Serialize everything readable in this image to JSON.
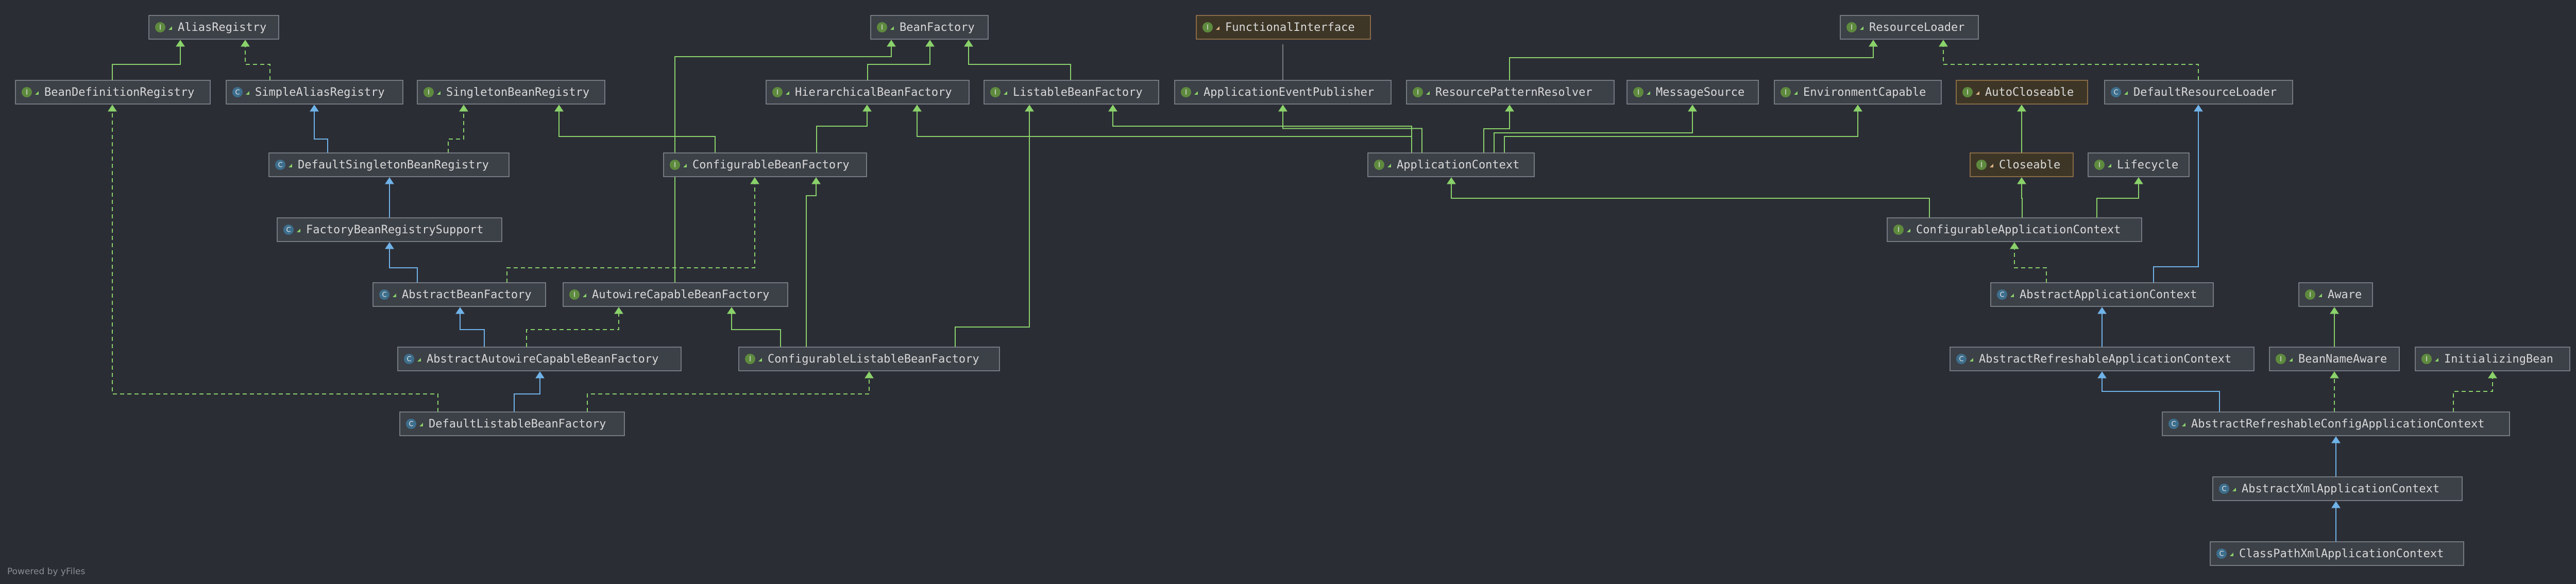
{
  "footer": "Powered by yFiles",
  "colors": {
    "background": "#2b2d35",
    "interface_fill": "#3c4047",
    "interface_border": "#8a8e96",
    "java_iface_fill": "#3d3627",
    "java_iface_border": "#a57e4f",
    "java_iface_text": "#e0b585",
    "interface_icon": "#5e8a3e",
    "class_icon": "#3d6e8c",
    "extends_edge": "#6fb3e8",
    "implements_edge": "#8ad26a",
    "java_edge": "#7a7c82"
  },
  "nodes": [
    {
      "id": "AliasRegistry",
      "label": "AliasRegistry",
      "kind": "interface"
    },
    {
      "id": "BeanFactory",
      "label": "BeanFactory",
      "kind": "interface"
    },
    {
      "id": "FunctionalInterface",
      "label": "FunctionalInterface",
      "kind": "java-interface"
    },
    {
      "id": "ResourceLoader",
      "label": "ResourceLoader",
      "kind": "interface"
    },
    {
      "id": "BeanDefinitionRegistry",
      "label": "BeanDefinitionRegistry",
      "kind": "interface"
    },
    {
      "id": "SimpleAliasRegistry",
      "label": "SimpleAliasRegistry",
      "kind": "class"
    },
    {
      "id": "SingletonBeanRegistry",
      "label": "SingletonBeanRegistry",
      "kind": "interface"
    },
    {
      "id": "HierarchicalBeanFactory",
      "label": "HierarchicalBeanFactory",
      "kind": "interface"
    },
    {
      "id": "ListableBeanFactory",
      "label": "ListableBeanFactory",
      "kind": "interface"
    },
    {
      "id": "ApplicationEventPublisher",
      "label": "ApplicationEventPublisher",
      "kind": "interface"
    },
    {
      "id": "ResourcePatternResolver",
      "label": "ResourcePatternResolver",
      "kind": "interface"
    },
    {
      "id": "MessageSource",
      "label": "MessageSource",
      "kind": "interface"
    },
    {
      "id": "EnvironmentCapable",
      "label": "EnvironmentCapable",
      "kind": "interface"
    },
    {
      "id": "AutoCloseable",
      "label": "AutoCloseable",
      "kind": "java-interface"
    },
    {
      "id": "DefaultResourceLoader",
      "label": "DefaultResourceLoader",
      "kind": "class"
    },
    {
      "id": "DefaultSingletonBeanRegistry",
      "label": "DefaultSingletonBeanRegistry",
      "kind": "class"
    },
    {
      "id": "ConfigurableBeanFactory",
      "label": "ConfigurableBeanFactory",
      "kind": "interface"
    },
    {
      "id": "ApplicationContext",
      "label": "ApplicationContext",
      "kind": "interface"
    },
    {
      "id": "Closeable",
      "label": "Closeable",
      "kind": "java-interface"
    },
    {
      "id": "Lifecycle",
      "label": "Lifecycle",
      "kind": "interface"
    },
    {
      "id": "FactoryBeanRegistrySupport",
      "label": "FactoryBeanRegistrySupport",
      "kind": "class"
    },
    {
      "id": "ConfigurableApplicationContext",
      "label": "ConfigurableApplicationContext",
      "kind": "interface"
    },
    {
      "id": "AbstractBeanFactory",
      "label": "AbstractBeanFactory",
      "kind": "class"
    },
    {
      "id": "AutowireCapableBeanFactory",
      "label": "AutowireCapableBeanFactory",
      "kind": "interface"
    },
    {
      "id": "AbstractApplicationContext",
      "label": "AbstractApplicationContext",
      "kind": "class"
    },
    {
      "id": "Aware",
      "label": "Aware",
      "kind": "interface"
    },
    {
      "id": "AbstractAutowireCapableBeanFactory",
      "label": "AbstractAutowireCapableBeanFactory",
      "kind": "class"
    },
    {
      "id": "ConfigurableListableBeanFactory",
      "label": "ConfigurableListableBeanFactory",
      "kind": "interface"
    },
    {
      "id": "AbstractRefreshableApplicationContext",
      "label": "AbstractRefreshableApplicationContext",
      "kind": "class"
    },
    {
      "id": "BeanNameAware",
      "label": "BeanNameAware",
      "kind": "interface"
    },
    {
      "id": "InitializingBean",
      "label": "InitializingBean",
      "kind": "interface"
    },
    {
      "id": "DefaultListableBeanFactory",
      "label": "DefaultListableBeanFactory",
      "kind": "class"
    },
    {
      "id": "AbstractRefreshableConfigApplicationContext",
      "label": "AbstractRefreshableConfigApplicationContext",
      "kind": "class"
    },
    {
      "id": "AbstractXmlApplicationContext",
      "label": "AbstractXmlApplicationContext",
      "kind": "class"
    },
    {
      "id": "ClassPathXmlApplicationContext",
      "label": "ClassPathXmlApplicationContext",
      "kind": "class"
    }
  ],
  "edges": [
    {
      "from": "BeanDefinitionRegistry",
      "to": "AliasRegistry",
      "type": "extends-interface"
    },
    {
      "from": "SimpleAliasRegistry",
      "to": "AliasRegistry",
      "type": "implements"
    },
    {
      "from": "DefaultSingletonBeanRegistry",
      "to": "SimpleAliasRegistry",
      "type": "extends-class"
    },
    {
      "from": "DefaultSingletonBeanRegistry",
      "to": "SingletonBeanRegistry",
      "type": "implements"
    },
    {
      "from": "FactoryBeanRegistrySupport",
      "to": "DefaultSingletonBeanRegistry",
      "type": "extends-class"
    },
    {
      "from": "AbstractBeanFactory",
      "to": "FactoryBeanRegistrySupport",
      "type": "extends-class"
    },
    {
      "from": "AbstractBeanFactory",
      "to": "ConfigurableBeanFactory",
      "type": "implements"
    },
    {
      "from": "AbstractAutowireCapableBeanFactory",
      "to": "AbstractBeanFactory",
      "type": "extends-class"
    },
    {
      "from": "AbstractAutowireCapableBeanFactory",
      "to": "AutowireCapableBeanFactory",
      "type": "implements"
    },
    {
      "from": "DefaultListableBeanFactory",
      "to": "AbstractAutowireCapableBeanFactory",
      "type": "extends-class"
    },
    {
      "from": "DefaultListableBeanFactory",
      "to": "ConfigurableListableBeanFactory",
      "type": "implements"
    },
    {
      "from": "DefaultListableBeanFactory",
      "to": "BeanDefinitionRegistry",
      "type": "implements"
    },
    {
      "from": "HierarchicalBeanFactory",
      "to": "BeanFactory",
      "type": "extends-interface"
    },
    {
      "from": "ListableBeanFactory",
      "to": "BeanFactory",
      "type": "extends-interface"
    },
    {
      "from": "AutowireCapableBeanFactory",
      "to": "BeanFactory",
      "type": "extends-interface"
    },
    {
      "from": "ConfigurableBeanFactory",
      "to": "HierarchicalBeanFactory",
      "type": "extends-interface"
    },
    {
      "from": "ConfigurableBeanFactory",
      "to": "SingletonBeanRegistry",
      "type": "extends-interface"
    },
    {
      "from": "ConfigurableListableBeanFactory",
      "to": "ListableBeanFactory",
      "type": "extends-interface"
    },
    {
      "from": "ConfigurableListableBeanFactory",
      "to": "AutowireCapableBeanFactory",
      "type": "extends-interface"
    },
    {
      "from": "ConfigurableListableBeanFactory",
      "to": "ConfigurableBeanFactory",
      "type": "extends-interface"
    },
    {
      "from": "ApplicationEventPublisher",
      "to": "FunctionalInterface",
      "type": "annotation"
    },
    {
      "from": "ApplicationContext",
      "to": "HierarchicalBeanFactory",
      "type": "extends-interface"
    },
    {
      "from": "ApplicationContext",
      "to": "ListableBeanFactory",
      "type": "extends-interface"
    },
    {
      "from": "ApplicationContext",
      "to": "ApplicationEventPublisher",
      "type": "extends-interface"
    },
    {
      "from": "ApplicationContext",
      "to": "ResourcePatternResolver",
      "type": "extends-interface"
    },
    {
      "from": "ApplicationContext",
      "to": "MessageSource",
      "type": "extends-interface"
    },
    {
      "from": "ApplicationContext",
      "to": "EnvironmentCapable",
      "type": "extends-interface"
    },
    {
      "from": "ResourcePatternResolver",
      "to": "ResourceLoader",
      "type": "extends-interface"
    },
    {
      "from": "DefaultResourceLoader",
      "to": "ResourceLoader",
      "type": "implements"
    },
    {
      "from": "Closeable",
      "to": "AutoCloseable",
      "type": "extends-interface"
    },
    {
      "from": "ConfigurableApplicationContext",
      "to": "ApplicationContext",
      "type": "extends-interface"
    },
    {
      "from": "ConfigurableApplicationContext",
      "to": "Closeable",
      "type": "extends-interface"
    },
    {
      "from": "ConfigurableApplicationContext",
      "to": "Lifecycle",
      "type": "extends-interface"
    },
    {
      "from": "AbstractApplicationContext",
      "to": "DefaultResourceLoader",
      "type": "extends-class"
    },
    {
      "from": "AbstractApplicationContext",
      "to": "ConfigurableApplicationContext",
      "type": "implements"
    },
    {
      "from": "AbstractRefreshableApplicationContext",
      "to": "AbstractApplicationContext",
      "type": "extends-class"
    },
    {
      "from": "BeanNameAware",
      "to": "Aware",
      "type": "extends-interface"
    },
    {
      "from": "AbstractRefreshableConfigApplicationContext",
      "to": "AbstractRefreshableApplicationContext",
      "type": "extends-class"
    },
    {
      "from": "AbstractRefreshableConfigApplicationContext",
      "to": "BeanNameAware",
      "type": "implements"
    },
    {
      "from": "AbstractRefreshableConfigApplicationContext",
      "to": "InitializingBean",
      "type": "implements"
    },
    {
      "from": "AbstractXmlApplicationContext",
      "to": "AbstractRefreshableConfigApplicationContext",
      "type": "extends-class"
    },
    {
      "from": "ClassPathXmlApplicationContext",
      "to": "AbstractXmlApplicationContext",
      "type": "extends-class"
    }
  ]
}
